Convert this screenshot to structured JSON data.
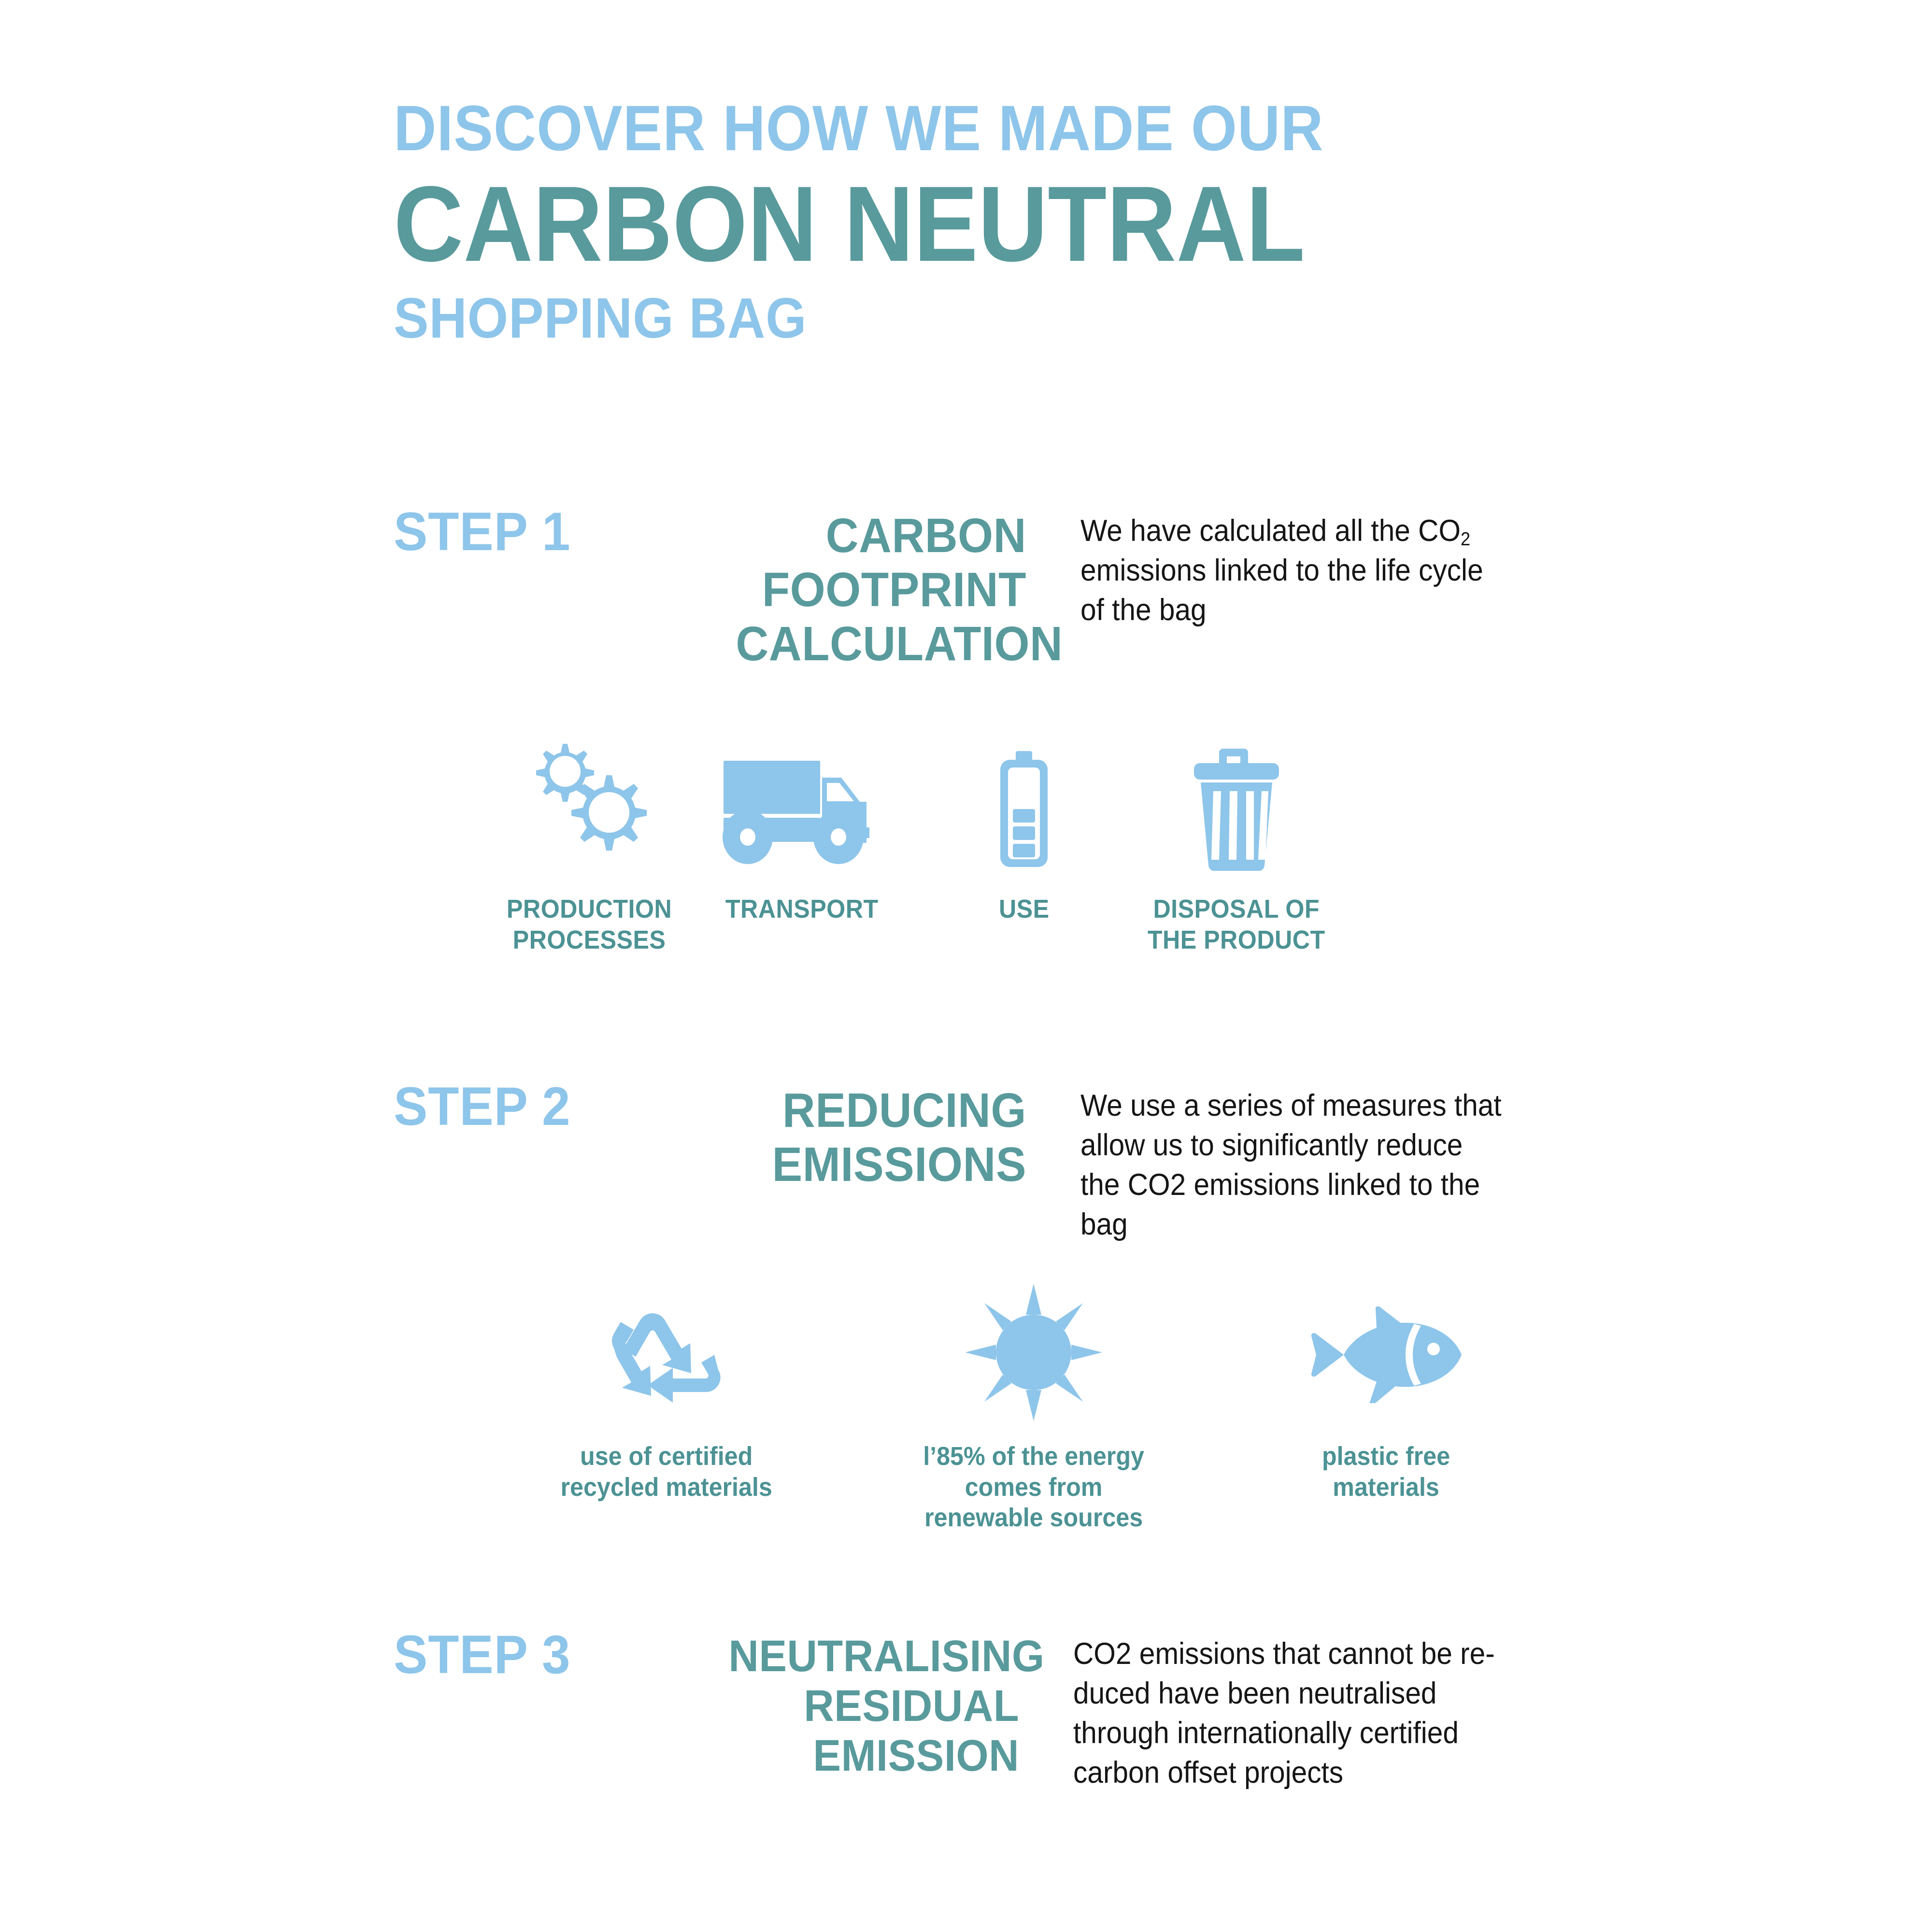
{
  "colors": {
    "light_blue": "#8ec5ea",
    "teal": "#599a9c",
    "teal_caption": "#4c9294",
    "body_text": "#151515",
    "background": "#ffffff"
  },
  "title": {
    "line1": "DISCOVER HOW WE MADE OUR",
    "line2": "CARBON NEUTRAL",
    "line3": "SHOPPING BAG"
  },
  "steps": [
    {
      "label": "STEP 1",
      "heading": [
        "CARBON",
        "FOOTPRINT",
        "CALCULATION"
      ],
      "description": [
        "We have calculated all the CO",
        "emissions linked to the life cycle",
        "of the bag"
      ],
      "description_subscript": "2",
      "icons": [
        {
          "icon": "gears-icon",
          "caption": [
            "PRODUCTION",
            "PROCESSES"
          ]
        },
        {
          "icon": "truck-icon",
          "caption": [
            "TRANSPORT"
          ]
        },
        {
          "icon": "battery-icon",
          "caption": [
            "USE"
          ]
        },
        {
          "icon": "trash-can-icon",
          "caption": [
            "DISPOSAL OF",
            "THE PRODUCT"
          ]
        }
      ]
    },
    {
      "label": "STEP 2",
      "heading": [
        "REDUCING",
        "EMISSIONS"
      ],
      "description": [
        "We use a series of measures that",
        "allow us to significantly reduce",
        "the CO2 emissions linked to the",
        "bag"
      ],
      "icons": [
        {
          "icon": "recycle-icon",
          "caption": [
            "use of certified",
            "recycled materials"
          ]
        },
        {
          "icon": "sun-icon",
          "caption": [
            "l’85% of the energy",
            "comes from",
            "renewable sources"
          ]
        },
        {
          "icon": "fish-icon",
          "caption": [
            "plastic free",
            "materials"
          ]
        }
      ]
    },
    {
      "label": "STEP 3",
      "heading": [
        "NEUTRALISING",
        "RESIDUAL",
        "EMISSION"
      ],
      "description": [
        "CO2 emissions that cannot be re-",
        "duced have been neutralised",
        "through internationally certified",
        "carbon offset projects"
      ],
      "icons": []
    }
  ]
}
